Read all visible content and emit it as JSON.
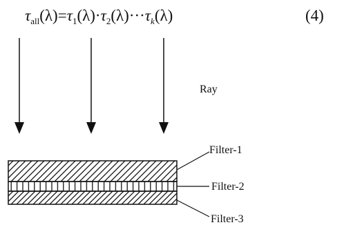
{
  "equation": {
    "symbol": "τ",
    "all_sub": "all",
    "lambda_arg": "(λ)",
    "equals": "=",
    "sub_1": "1",
    "sub_2": "2",
    "sub_k": "k",
    "dot": "·",
    "ellipsis": "···",
    "number": "(4)"
  },
  "labels": {
    "ray": "Ray",
    "filter_1": "Filter-1",
    "filter_2": "Filter-2",
    "filter_3": "Filter-3"
  }
}
